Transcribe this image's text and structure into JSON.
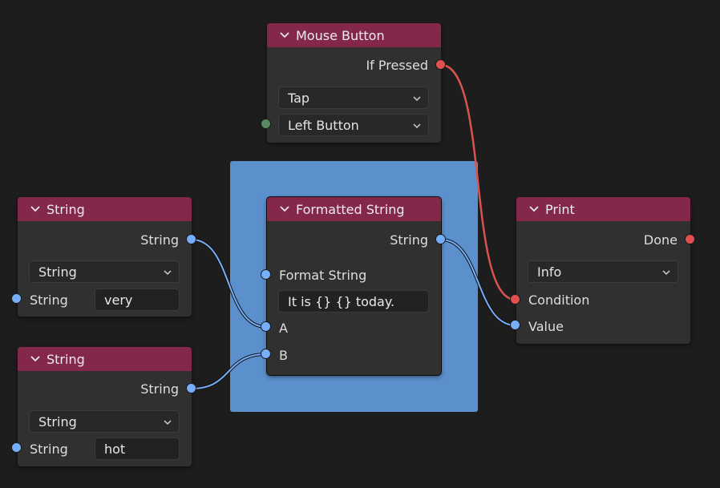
{
  "nodes": {
    "mouse_button": {
      "title": "Mouse Button",
      "output_if_pressed": "If Pressed",
      "mode_value": "Tap",
      "button_value": "Left Button"
    },
    "string_top": {
      "title": "String",
      "output_string": "String",
      "type_value": "String",
      "input_label": "String",
      "input_value": "very"
    },
    "string_bottom": {
      "title": "String",
      "output_string": "String",
      "type_value": "String",
      "input_label": "String",
      "input_value": "hot"
    },
    "formatted_string": {
      "title": "Formatted String",
      "output_string": "String",
      "input_format": "Format String",
      "format_value": "It is {} {} today.",
      "input_a": "A",
      "input_b": "B"
    },
    "print": {
      "title": "Print",
      "output_done": "Done",
      "level_value": "Info",
      "input_condition": "Condition",
      "input_value": "Value"
    }
  },
  "colors": {
    "background": "#1d1d1d",
    "node_body": "#303030",
    "node_header": "#83284a",
    "frame": "#5c90cc",
    "socket_string": "#77aefa",
    "socket_bool": "#e05050",
    "socket_enum": "#5a8a5f"
  },
  "icons": {
    "collapse": "chevron-down-icon",
    "dropdown": "chevron-down-icon"
  }
}
